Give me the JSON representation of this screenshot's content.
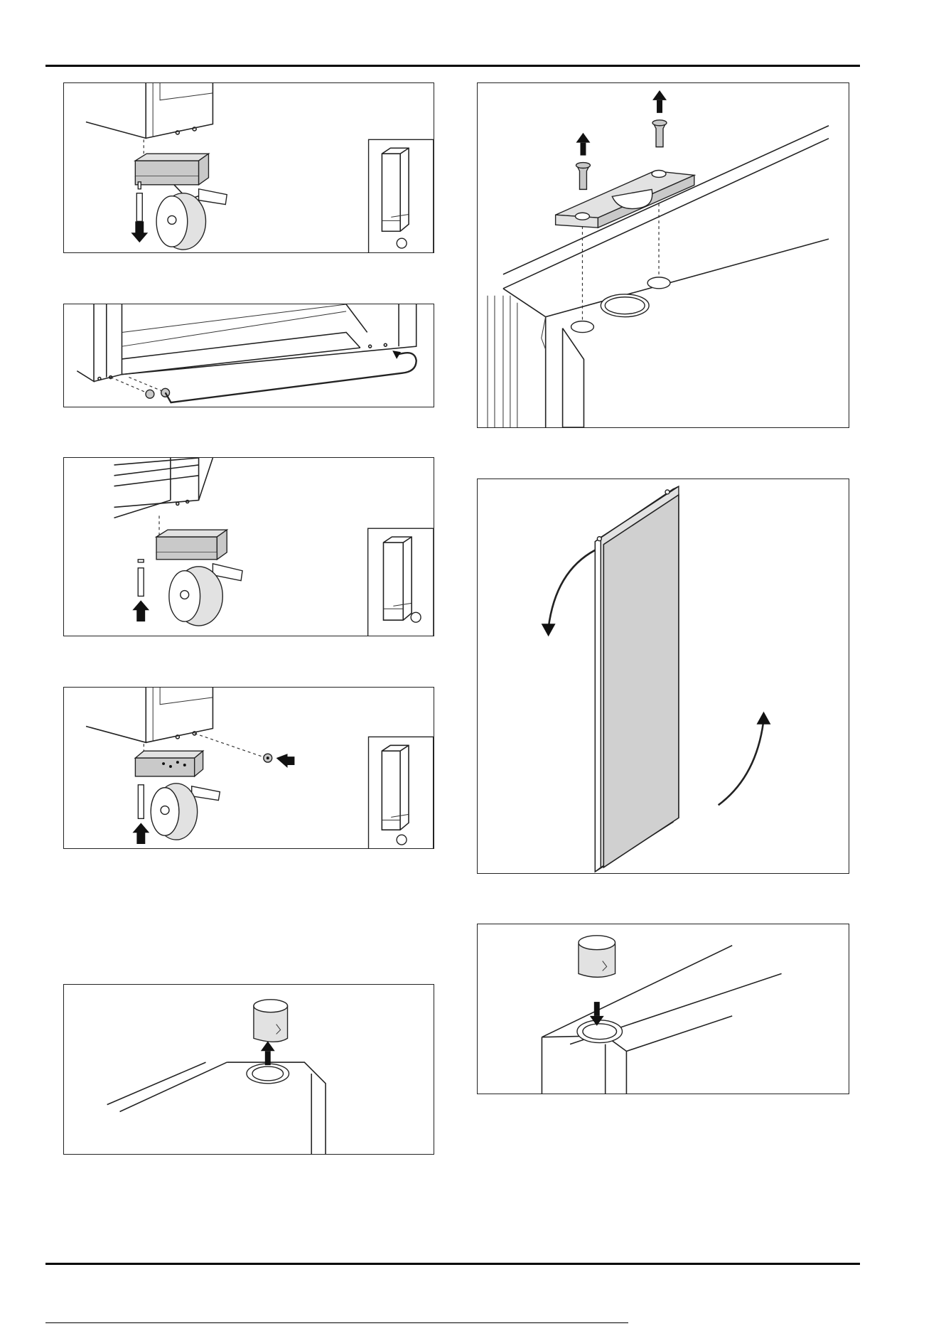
{
  "page": {
    "background": "#ffffff",
    "rule_color": "#000000"
  },
  "figures": [
    {
      "id": "fig-caster-remove",
      "icon": "caster-pin-down-icon"
    },
    {
      "id": "fig-cable-route",
      "icon": "cable-icon"
    },
    {
      "id": "fig-caster-install",
      "icon": "caster-pin-up-icon"
    },
    {
      "id": "fig-caster-screw",
      "icon": "caster-screw-icon"
    },
    {
      "id": "fig-bushing-remove",
      "icon": "bushing-up-icon"
    },
    {
      "id": "fig-hinge-remove",
      "icon": "hinge-screws-up-icon"
    },
    {
      "id": "fig-door-rotate",
      "icon": "door-rotate-icon"
    },
    {
      "id": "fig-bushing-insert",
      "icon": "bushing-down-icon"
    }
  ],
  "colors": {
    "line": "#222222",
    "fill_gray": "#c9c9c9",
    "door_gray": "#d0d0d0"
  }
}
